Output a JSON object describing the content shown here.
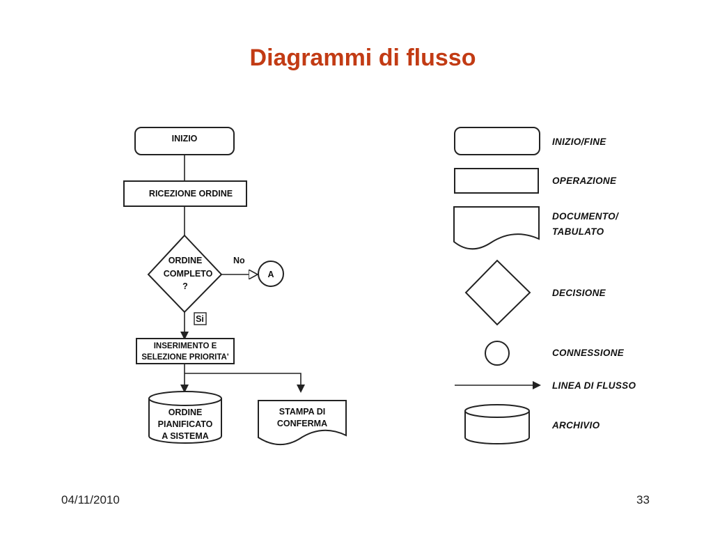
{
  "slide": {
    "title": "Diagrammi di flusso",
    "date": "04/11/2010",
    "page_number": "33",
    "title_color": "#c23b14"
  },
  "flowchart": {
    "start": "INIZIO",
    "receive_order": "RICEZIONE ORDINE",
    "decision": [
      "ORDINE",
      "COMPLETO",
      "?"
    ],
    "no_label": "No",
    "connector": "A",
    "yes_label": "Si",
    "insert_priority": [
      "INSERIMENTO E",
      "SELEZIONE PRIORITA'"
    ],
    "archive": [
      "ORDINE",
      "PIANIFICATO",
      "A SISTEMA"
    ],
    "document": [
      "STAMPA DI",
      "CONFERMA"
    ]
  },
  "legend": {
    "items": [
      {
        "symbol": "terminator",
        "label": "INIZIO/FINE"
      },
      {
        "symbol": "rectangle",
        "label": "OPERAZIONE"
      },
      {
        "symbol": "document",
        "label": "DOCUMENTO/\nTABULATO"
      },
      {
        "symbol": "diamond",
        "label": "DECISIONE"
      },
      {
        "symbol": "circle",
        "label": "CONNESSIONE"
      },
      {
        "symbol": "arrow",
        "label": "LINEA DI FLUSSO"
      },
      {
        "symbol": "cylinder",
        "label": "ARCHIVIO"
      }
    ]
  }
}
